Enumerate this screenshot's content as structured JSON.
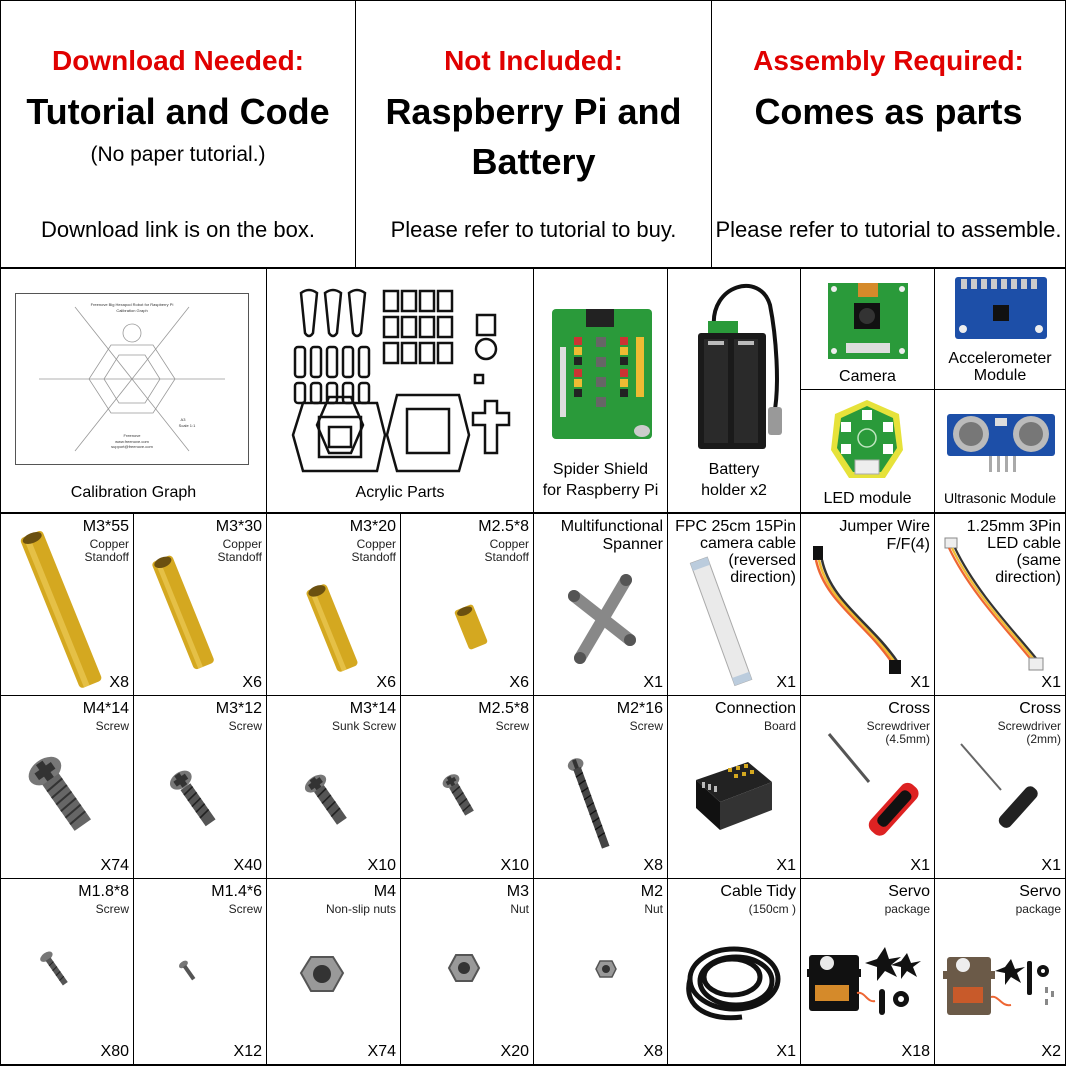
{
  "header": [
    {
      "red": "Download Needed:",
      "big1": "Tutorial and Code",
      "big2": "",
      "sub": "(No paper tutorial.)",
      "note": "Download link is on the box."
    },
    {
      "red": "Not Included:",
      "big1": "Raspberry Pi and",
      "big2": "Battery",
      "sub": "",
      "note": "Please refer to tutorial to buy."
    },
    {
      "red": "Assembly Required:",
      "big1": "Comes as parts",
      "big2": "",
      "sub": "",
      "note": "Please refer to tutorial to assemble."
    }
  ],
  "components": [
    {
      "name": "Calibration Graph"
    },
    {
      "name": "Acrylic Parts"
    },
    {
      "name": "Spider Shield for Raspberry Pi",
      "line1": "Spider Shield",
      "line2": "for Raspberry Pi"
    },
    {
      "name": "Battery holder x2",
      "line1": "Battery",
      "line2": "holder x2"
    },
    {
      "name": "Camera"
    },
    {
      "name": "Accelerometer Module",
      "line1": "Accelerometer",
      "line2": "Module"
    },
    {
      "name": "LED module"
    },
    {
      "name": "Ultrasonic Module"
    }
  ],
  "calibration_graph_text": {
    "title1": "Freenove Big Hexapod Robot for Raspberry Pi",
    "title2": "Calibration Graph",
    "brand": "Freenove",
    "site": "www.freenove.com",
    "email": "support@freenove.com",
    "paper": "A3",
    "scale": "Scale 1:1"
  },
  "parts": [
    {
      "name": "M3*55",
      "desc1": "Copper",
      "desc2": "Standoff",
      "qty": "X8"
    },
    {
      "name": "M3*30",
      "desc1": "Copper",
      "desc2": "Standoff",
      "qty": "X6"
    },
    {
      "name": "M3*20",
      "desc1": "Copper",
      "desc2": "Standoff",
      "qty": "X6"
    },
    {
      "name": "M2.5*8",
      "desc1": "Copper",
      "desc2": "Standoff",
      "qty": "X6"
    },
    {
      "name": "Multifunctional",
      "name2": "Spanner",
      "qty": "X1"
    },
    {
      "name": "FPC 25cm 15Pin",
      "name2": "camera cable",
      "name3": "(reversed",
      "name4": "direction)",
      "qty": "X1"
    },
    {
      "name": "Jumper Wire",
      "name2": "F/F(4)",
      "qty": "X1"
    },
    {
      "name": "1.25mm 3Pin",
      "name2": "LED cable",
      "name3": "(same",
      "name4": "direction)",
      "qty": "X1"
    },
    {
      "name": "M4*14",
      "desc1": "Screw",
      "qty": "X74"
    },
    {
      "name": "M3*12",
      "desc1": "Screw",
      "qty": "X40"
    },
    {
      "name": "M3*14",
      "desc1": "Sunk Screw",
      "qty": "X10"
    },
    {
      "name": "M2.5*8",
      "desc1": "Screw",
      "qty": "X10"
    },
    {
      "name": "M2*16",
      "desc1": "Screw",
      "qty": "X8"
    },
    {
      "name": "Connection",
      "desc1": "Board",
      "qty": "X1"
    },
    {
      "name": "Cross",
      "desc1": "Screwdriver",
      "desc2": "(4.5mm)",
      "qty": "X1"
    },
    {
      "name": "Cross",
      "desc1": "Screwdriver",
      "desc2": "(2mm)",
      "qty": "X1"
    },
    {
      "name": "M1.8*8",
      "desc1": "Screw",
      "qty": "X80"
    },
    {
      "name": "M1.4*6",
      "desc1": "Screw",
      "qty": "X12"
    },
    {
      "name": "M4",
      "desc1": "Non-slip nuts",
      "qty": "X74"
    },
    {
      "name": "M3",
      "desc1": "Nut",
      "qty": "X20"
    },
    {
      "name": "M2",
      "desc1": "Nut",
      "qty": "X8"
    },
    {
      "name": "Cable Tidy",
      "desc1": "(150cm )",
      "qty": "X1"
    },
    {
      "name": "Servo",
      "desc1": "package",
      "qty": "X18"
    },
    {
      "name": "Servo",
      "desc1": "package",
      "qty": "X2"
    }
  ],
  "colors": {
    "accent_red": "#e00000",
    "brass": "#d4a820",
    "pcb_green": "#2a9a3a",
    "grid_line": "#000000"
  }
}
